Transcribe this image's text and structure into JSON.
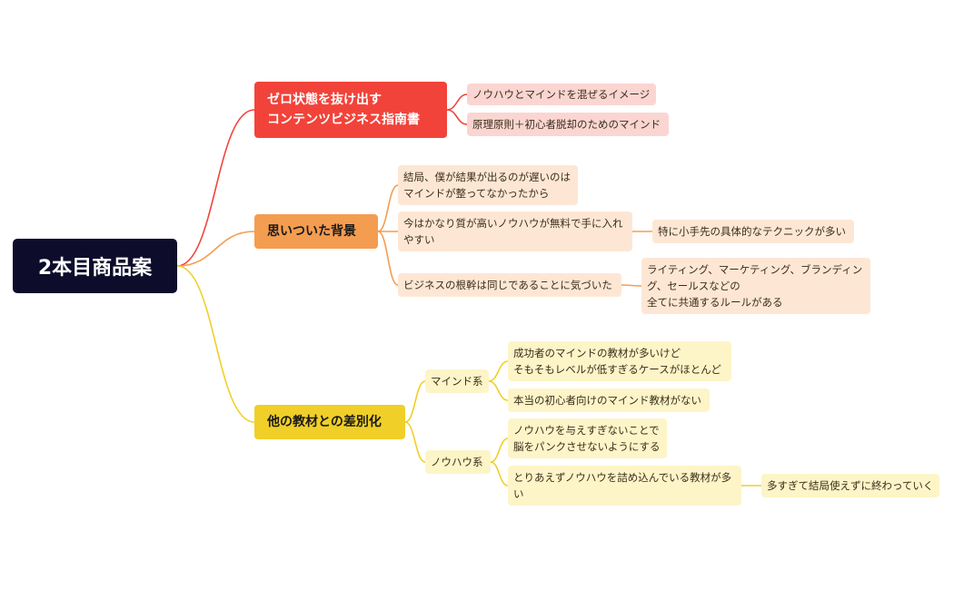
{
  "root": {
    "label": "2本目商品案"
  },
  "branches": [
    {
      "label": "ゼロ状態を抜け出す\nコンテンツビジネス指南書",
      "color": "#f2433a",
      "children": [
        {
          "label": "ノウハウとマインドを混ぜるイメージ"
        },
        {
          "label": "原理原則＋初心者脱却のためのマインド"
        }
      ]
    },
    {
      "label": "思いついた背景",
      "color": "#f49d50",
      "children": [
        {
          "label": "結局、僕が結果が出るのが遅いのは\nマインドが整ってなかったから"
        },
        {
          "label": "今はかなり質が高いノウハウが無料で手に入れやすい",
          "children": [
            {
              "label": "特に小手先の具体的なテクニックが多い"
            }
          ]
        },
        {
          "label": "ビジネスの根幹は同じであることに気づいた",
          "children": [
            {
              "label": "ライティング、マーケティング、ブランディング、セールスなどの\n全てに共通するルールがある"
            }
          ]
        }
      ]
    },
    {
      "label": "他の教材との差別化",
      "color": "#f0cf28",
      "children": [
        {
          "label": "マインド系",
          "children": [
            {
              "label": "成功者のマインドの教材が多いけど\nそもそもレベルが低すぎるケースがほとんど"
            },
            {
              "label": "本当の初心者向けのマインド教材がない"
            }
          ]
        },
        {
          "label": "ノウハウ系",
          "children": [
            {
              "label": "ノウハウを与えすぎないことで\n脳をパンクさせないようにする"
            },
            {
              "label": "とりあえずノウハウを詰め込んでいる教材が多い",
              "children": [
                {
                  "label": "多すぎて結局使えずに終わっていく"
                }
              ]
            }
          ]
        }
      ]
    }
  ]
}
